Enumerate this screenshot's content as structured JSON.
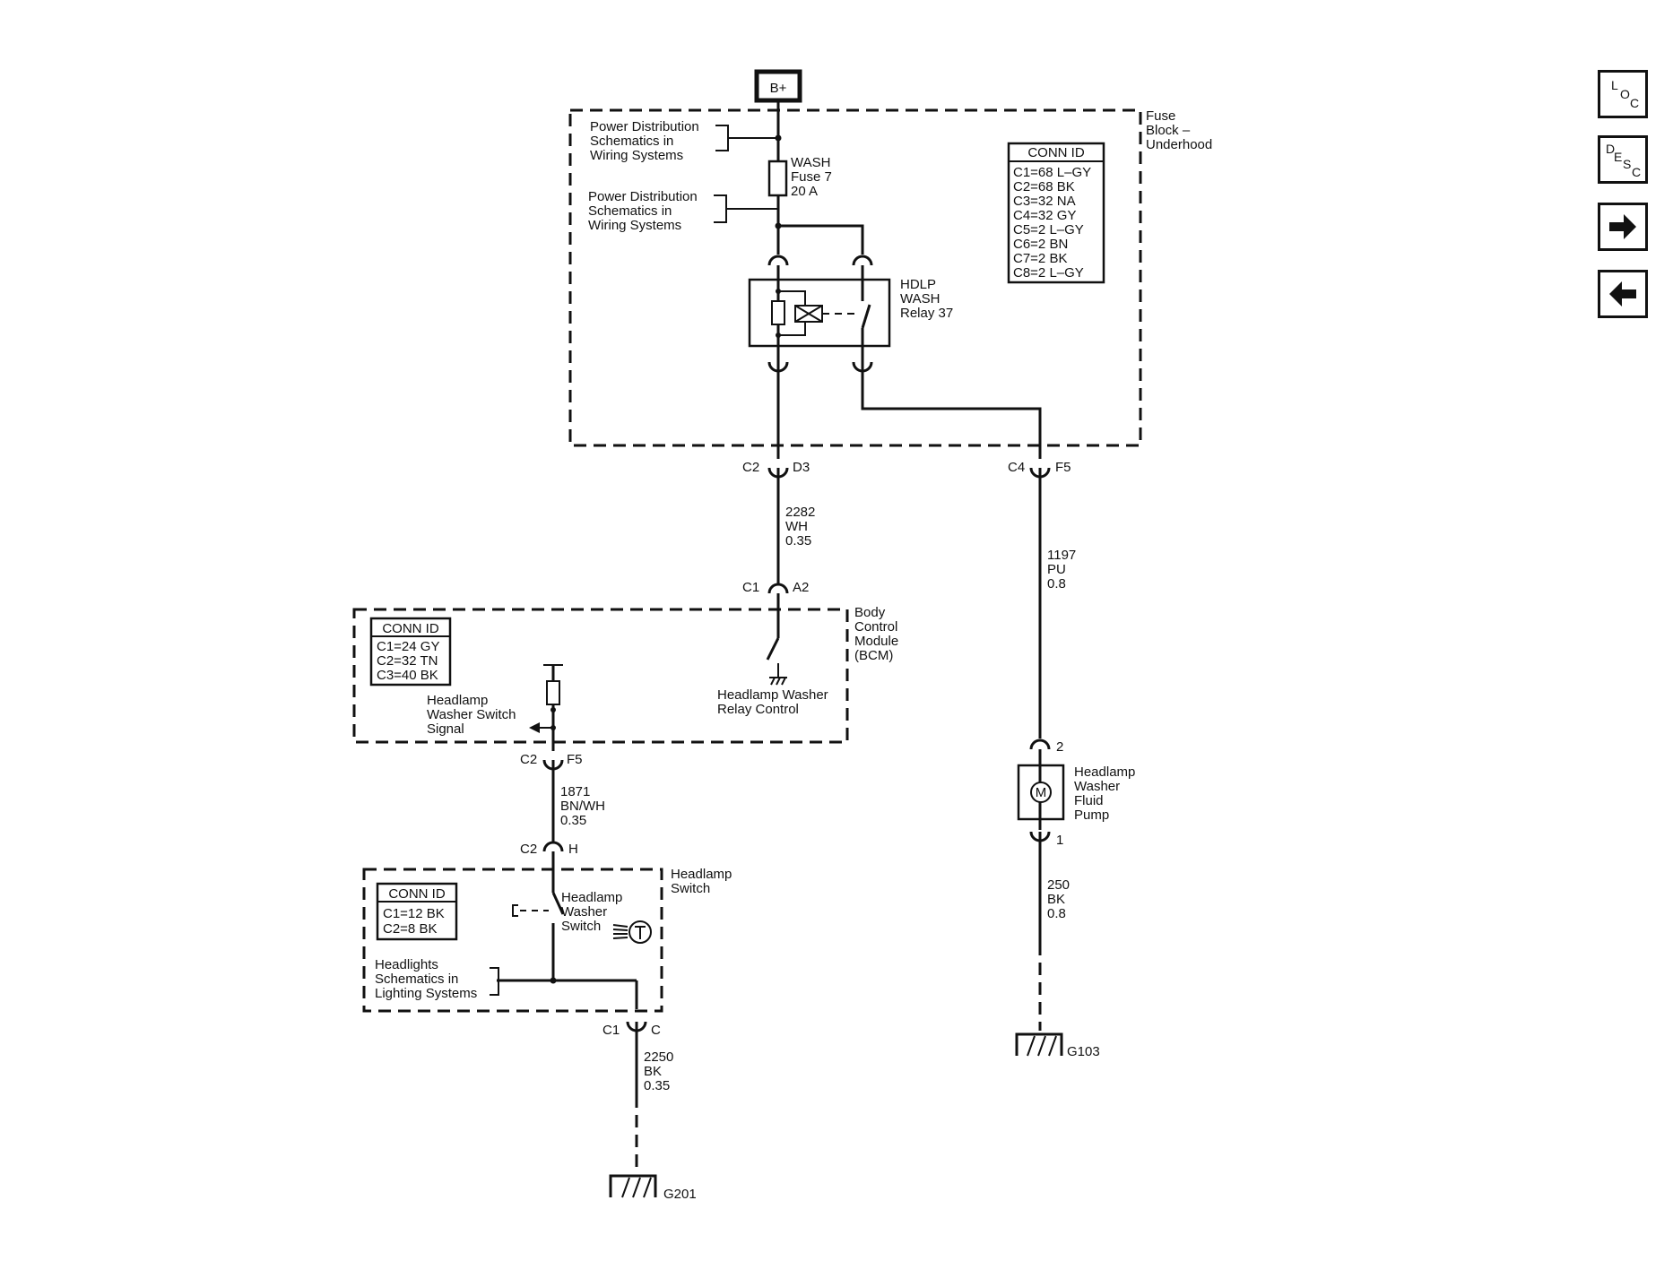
{
  "nav": {
    "loc": {
      "l1": "L",
      "l2": "O",
      "l3": "C"
    },
    "desc": {
      "l1": "D",
      "l2": "E",
      "l3": "S",
      "l4": "C"
    }
  },
  "power": {
    "label": "B+"
  },
  "fuse_block": {
    "name_l1": "Fuse",
    "name_l2": "Block –",
    "name_l3": "Underhood",
    "ref1_l1": "Power Distribution",
    "ref1_l2": "Schematics in",
    "ref1_l3": "Wiring Systems",
    "ref2_l1": "Power Distribution",
    "ref2_l2": "Schematics in",
    "ref2_l3": "Wiring Systems",
    "fuse_l1": "WASH",
    "fuse_l2": "Fuse 7",
    "fuse_l3": "20 A",
    "relay_l1": "HDLP",
    "relay_l2": "WASH",
    "relay_l3": "Relay 37",
    "conn_title": "CONN ID",
    "conn": [
      "C1=68 L–GY",
      "C2=68 BK",
      "C3=32 NA",
      "C4=32 GY",
      "C5=2 L–GY",
      "C6=2 BN",
      "C7=2 BK",
      "C8=2 L–GY"
    ]
  },
  "connectors": {
    "fb_c2": "C2",
    "fb_d3": "D3",
    "fb_c4": "C4",
    "fb_f5": "F5",
    "bcm_c1": "C1",
    "bcm_a2": "A2",
    "bcm_c2": "C2",
    "bcm_f5": "F5",
    "sw_c2": "C2",
    "sw_h": "H",
    "sw_c1": "C1",
    "sw_c": "C",
    "pump_2": "2",
    "pump_1": "1"
  },
  "wires": {
    "w2282": [
      "2282",
      "WH",
      "0.35"
    ],
    "w1197": [
      "1197",
      "PU",
      "0.8"
    ],
    "w1871": [
      "1871",
      "BN/WH",
      "0.35"
    ],
    "w250": [
      "250",
      "BK",
      "0.8"
    ],
    "w2250": [
      "2250",
      "BK",
      "0.35"
    ]
  },
  "bcm": {
    "name_l1": "Body",
    "name_l2": "Control",
    "name_l3": "Module",
    "name_l4": "(BCM)",
    "conn_title": "CONN ID",
    "conn": [
      "C1=24 GY",
      "C2=32 TN",
      "C3=40 BK"
    ],
    "signal_l1": "Headlamp",
    "signal_l2": "Washer Switch",
    "signal_l3": "Signal",
    "relay_ctrl_l1": "Headlamp Washer",
    "relay_ctrl_l2": "Relay Control"
  },
  "headlamp_switch": {
    "name_l1": "Headlamp",
    "name_l2": "Switch",
    "conn_title": "CONN ID",
    "conn": [
      "C1=12 BK",
      "C2=8 BK"
    ],
    "washer_l1": "Headlamp",
    "washer_l2": "Washer",
    "washer_l3": "Switch",
    "ref_l1": "Headlights",
    "ref_l2": "Schematics in",
    "ref_l3": "Lighting Systems"
  },
  "pump": {
    "motor": "M",
    "l1": "Headlamp",
    "l2": "Washer",
    "l3": "Fluid",
    "l4": "Pump"
  },
  "grounds": {
    "g103": "G103",
    "g201": "G201"
  }
}
